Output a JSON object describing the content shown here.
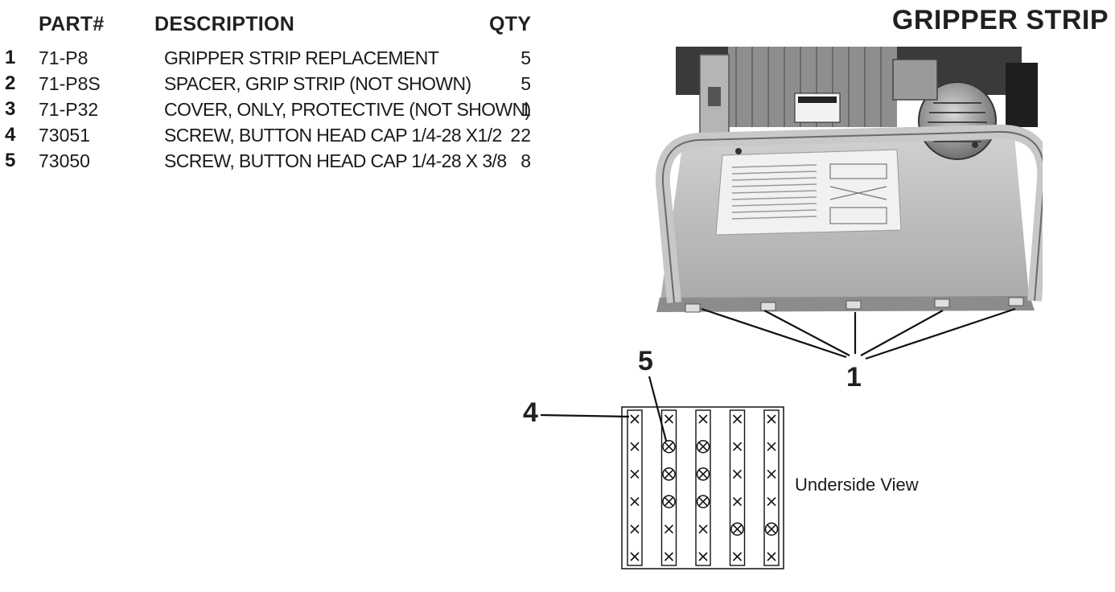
{
  "header": {
    "part_label": "PART#",
    "description_label": "DESCRIPTION",
    "qty_label": "QTY",
    "title": "GRIPPER STRIP"
  },
  "parts": [
    {
      "index": "1",
      "part": "71-P8",
      "description": "GRIPPER STRIP REPLACEMENT",
      "qty": "5"
    },
    {
      "index": "2",
      "part": "71-P8S",
      "description": "SPACER, GRIP STRIP (NOT SHOWN)",
      "qty": "5"
    },
    {
      "index": "3",
      "part": "71-P32",
      "description": "COVER, ONLY, PROTECTIVE (NOT SHOWN)",
      "qty": "1"
    },
    {
      "index": "4",
      "part": "73051",
      "description": "SCREW, BUTTON HEAD CAP 1/4-28 X1/2",
      "qty": "22"
    },
    {
      "index": "5",
      "part": "73050",
      "description": "SCREW, BUTTON HEAD CAP 1/4-28 X 3/8",
      "qty": "8"
    }
  ],
  "diagram": {
    "callout_1": "1",
    "callout_4": "4",
    "callout_5": "5",
    "underside_label": "Underside View",
    "strips": [
      [
        "x",
        "x",
        "x",
        "x",
        "x",
        "x"
      ],
      [
        "x",
        "o",
        "o",
        "o",
        "x",
        "x"
      ],
      [
        "x",
        "o",
        "o",
        "o",
        "x",
        "x"
      ],
      [
        "x",
        "x",
        "x",
        "x",
        "o",
        "x"
      ],
      [
        "x",
        "x",
        "x",
        "x",
        "o",
        "x"
      ]
    ]
  },
  "colors": {
    "text": "#231f20",
    "photo_metal": "#b9b9b9",
    "photo_dark": "#2a2a2a"
  }
}
